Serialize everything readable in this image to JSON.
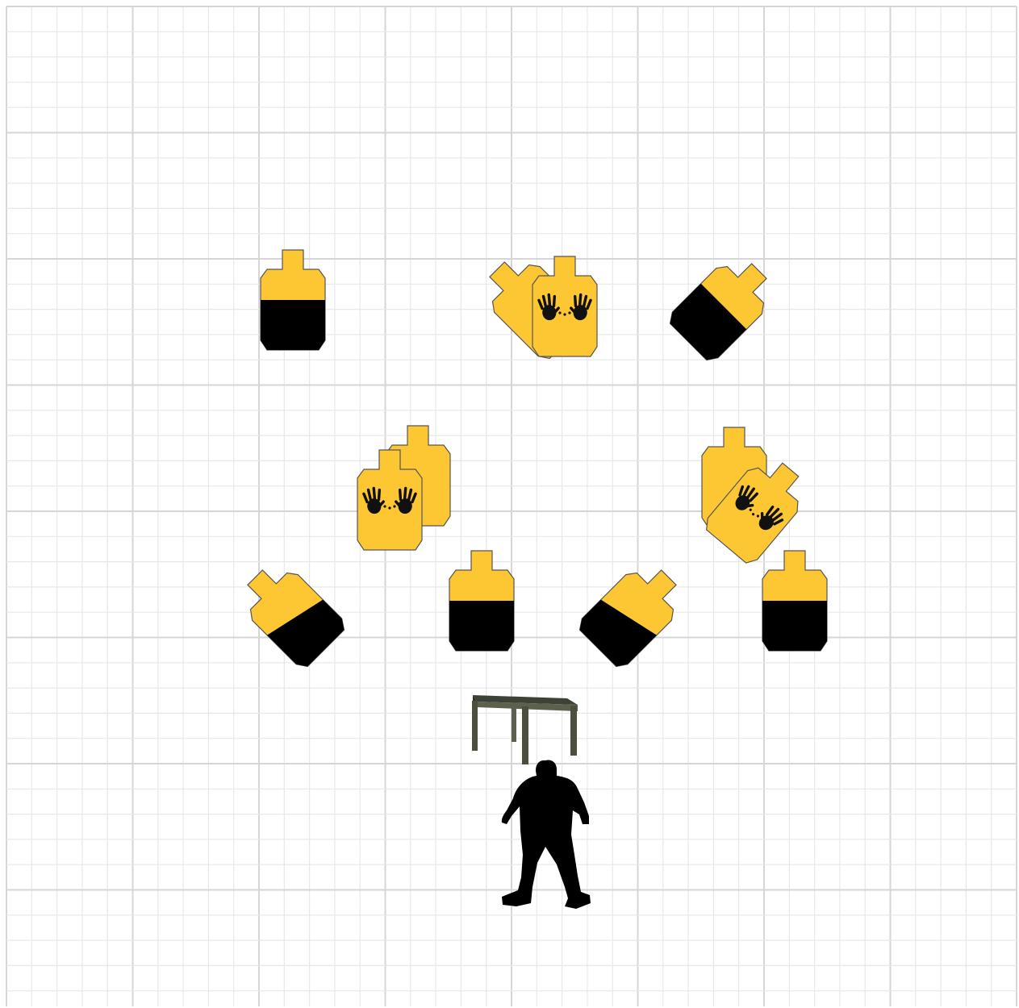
{
  "diagram": {
    "kind": "shooting-stage-layout",
    "colors": {
      "background": "#ffffff",
      "grid_minor": "#e8e8e8",
      "grid_major": "#d6d6d6",
      "target_fill": "#fdc733",
      "target_hardcover": "#000000",
      "no_shoot_hands": "#111111",
      "table": "#4a4f3e",
      "shooter": "#000000"
    },
    "targets": [
      {
        "id": "t1",
        "type": "shoot",
        "hardcover": "lower-half",
        "rotation_deg": 0
      },
      {
        "id": "t2",
        "type": "shoot",
        "hardcover": "none",
        "rotation_deg": -45
      },
      {
        "id": "t3",
        "type": "no-shoot",
        "hardcover": "none",
        "rotation_deg": 0
      },
      {
        "id": "t4",
        "type": "shoot",
        "hardcover": "lower-half",
        "rotation_deg": 45
      },
      {
        "id": "t5",
        "type": "shoot",
        "hardcover": "none",
        "rotation_deg": 0
      },
      {
        "id": "t6",
        "type": "no-shoot",
        "hardcover": "none",
        "rotation_deg": 0
      },
      {
        "id": "t7",
        "type": "shoot",
        "hardcover": "none",
        "rotation_deg": 0
      },
      {
        "id": "t8",
        "type": "no-shoot",
        "hardcover": "none",
        "rotation_deg": 40
      },
      {
        "id": "t9",
        "type": "shoot",
        "hardcover": "diagonal",
        "rotation_deg": -45
      },
      {
        "id": "t10",
        "type": "shoot",
        "hardcover": "lower-half",
        "rotation_deg": 0
      },
      {
        "id": "t11",
        "type": "shoot",
        "hardcover": "diagonal",
        "rotation_deg": 45
      },
      {
        "id": "t12",
        "type": "shoot",
        "hardcover": "lower-half",
        "rotation_deg": 0
      }
    ],
    "props": [
      {
        "id": "table",
        "icon": "table-icon"
      },
      {
        "id": "shooter",
        "icon": "shooter-silhouette-icon"
      }
    ]
  }
}
